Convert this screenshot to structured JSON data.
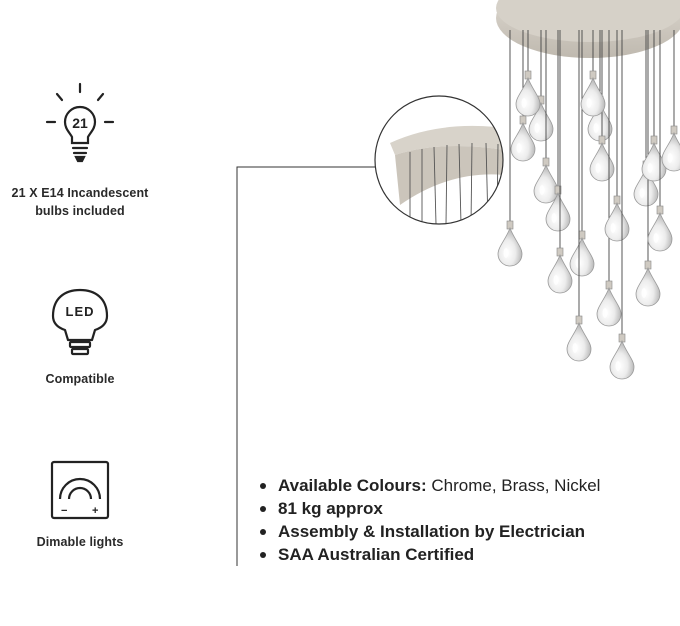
{
  "features": {
    "bulbs": {
      "count_badge": "21",
      "caption_line1": "21 X E14 Incandescent",
      "caption_line2": "bulbs included",
      "icon": "light-bulb-icon"
    },
    "led": {
      "badge": "LED",
      "caption": "Compatible",
      "icon": "led-bulb-icon"
    },
    "dimmable": {
      "caption": "Dimable lights",
      "minus_glyph": "−",
      "plus_glyph": "+",
      "icon": "dimmer-dial-icon"
    }
  },
  "specs": [
    {
      "label": "Available Colours:",
      "value": " Chrome, Brass, Nickel"
    },
    {
      "label": "81 kg approx",
      "value": ""
    },
    {
      "label": "Assembly & Installation by Electrician",
      "value": ""
    },
    {
      "label": "SAA Australian Certified",
      "value": ""
    }
  ],
  "product_image": {
    "subject": "multi-drop crystal pendant chandelier",
    "finish_color": "#cfcac2",
    "glass_color": "#e6e6e6"
  }
}
